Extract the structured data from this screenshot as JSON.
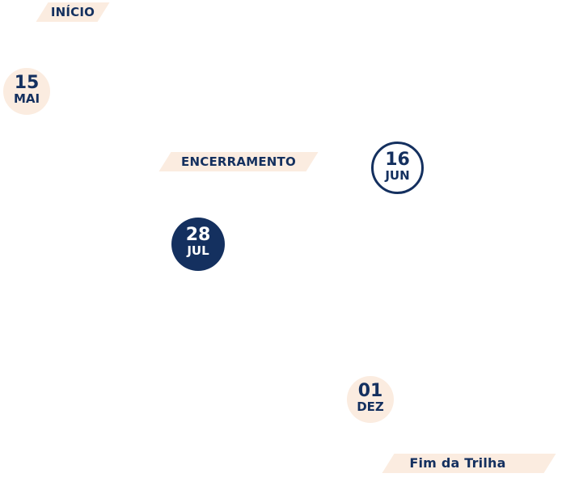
{
  "colors": {
    "navy": "#14305f",
    "peach": "#fbece0",
    "white": "#ffffff"
  },
  "labels": {
    "inicio": "INÍCIO",
    "encerramento": "ENCERRAMENTO",
    "fim": "Fim da Trilha"
  },
  "dates": {
    "d1": {
      "day": "15",
      "month": "MAI"
    },
    "d2": {
      "day": "16",
      "month": "JUN"
    },
    "d3": {
      "day": "28",
      "month": "JUL"
    },
    "d4": {
      "day": "01",
      "month": "DEZ"
    }
  }
}
